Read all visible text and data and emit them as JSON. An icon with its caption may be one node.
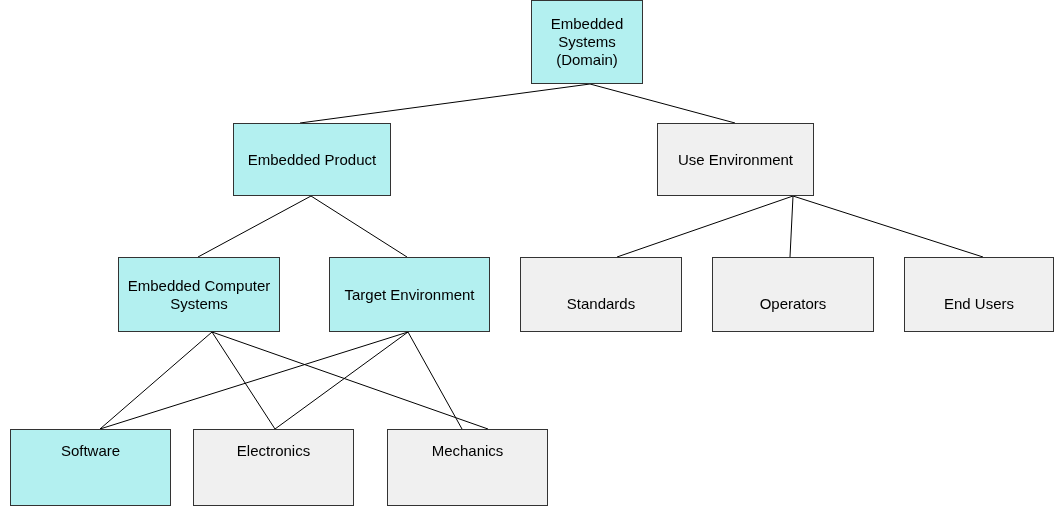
{
  "diagram": {
    "nodes": [
      {
        "text": [
          "Embedded Systems (Domain)"
        ]
      },
      {
        "text": [
          "Embedded Product"
        ]
      },
      {
        "text": [
          "Use Environment"
        ]
      },
      {
        "text": [
          "Embedded Computer Systems"
        ]
      },
      {
        "text": [
          "Target Environment"
        ]
      },
      {
        "text": [
          "Standards"
        ]
      },
      {
        "text": [
          "Operators"
        ]
      },
      {
        "text": [
          "End Users"
        ]
      },
      {
        "text": [
          "Software"
        ]
      },
      {
        "text": [
          "Electronics"
        ]
      },
      {
        "text": [
          "Mechanics"
        ]
      }
    ],
    "edges": [
      {
        "from": 0,
        "to": 1,
        "arrow": "none"
      },
      {
        "from": 0,
        "to": 2,
        "arrow": "none"
      },
      {
        "from": 1,
        "to": 3,
        "arrow": "none"
      },
      {
        "from": 1,
        "to": 4,
        "arrow": "none"
      },
      {
        "from": 2,
        "to": 5,
        "arrow": "none"
      },
      {
        "from": 2,
        "to": 6,
        "arrow": "none"
      },
      {
        "from": 2,
        "to": 7,
        "arrow": "none"
      },
      {
        "from": 3,
        "to": 8,
        "arrow": "none"
      },
      {
        "from": 3,
        "to": 9,
        "arrow": "none"
      },
      {
        "from": 3,
        "to": 10,
        "arrow": "none"
      },
      {
        "from": 4,
        "to": 8,
        "arrow": "none"
      },
      {
        "from": 4,
        "to": 9,
        "arrow": "none"
      },
      {
        "from": 4,
        "to": 10,
        "arrow": "none"
      }
    ]
  }
}
